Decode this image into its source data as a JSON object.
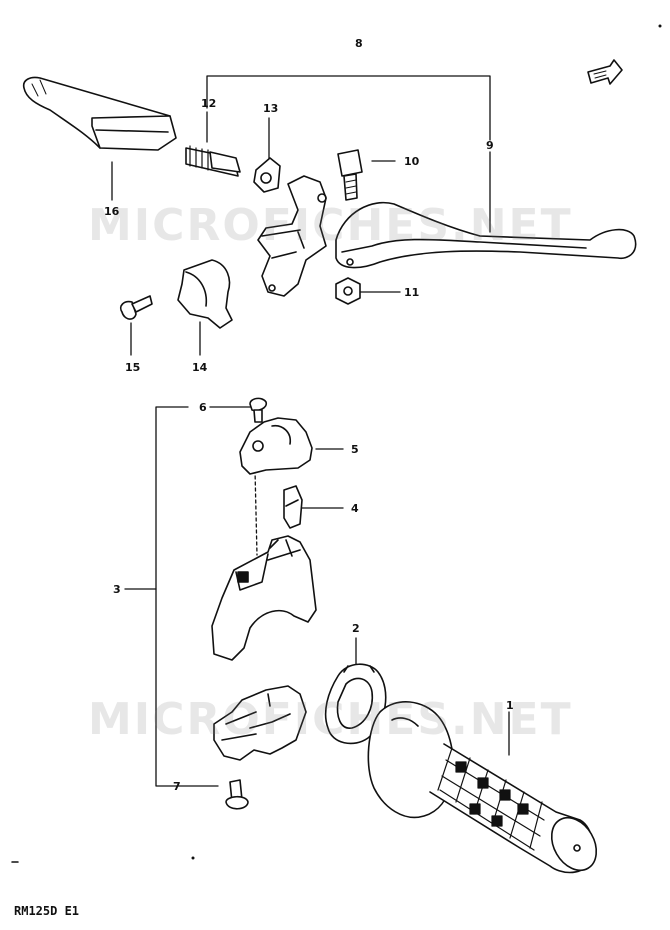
{
  "callouts": {
    "c1": "1",
    "c2": "2",
    "c3": "3",
    "c4": "4",
    "c5": "5",
    "c6": "6",
    "c7": "7",
    "c8": "8",
    "c9": "9",
    "c10": "10",
    "c11": "11",
    "c12": "12",
    "c13": "13",
    "c14": "14",
    "c15": "15",
    "c16": "16"
  },
  "watermark": "MICROFICHES.NET",
  "footer": "RM125D E1",
  "colors": {
    "ink": "#111111",
    "watermark": "#bdbdbd",
    "background": "#ffffff"
  }
}
